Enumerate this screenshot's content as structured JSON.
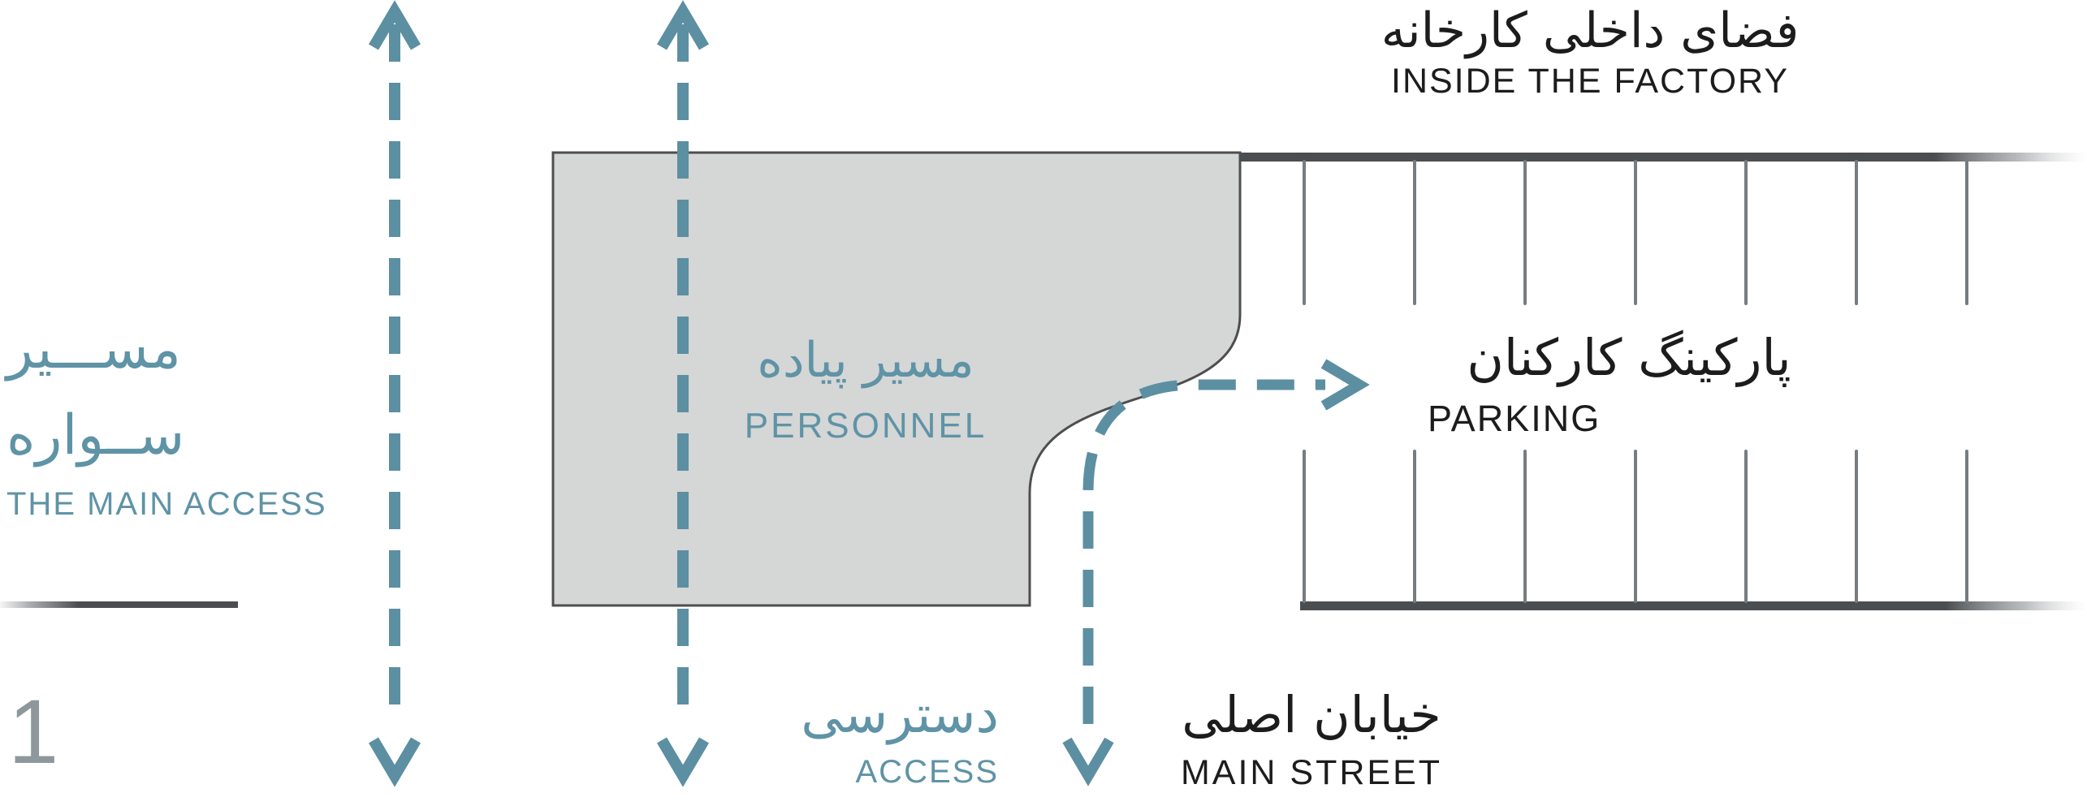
{
  "figure": {
    "number": "1"
  },
  "labels": {
    "inside_factory": {
      "fa": "فضای داخلی کارخانه",
      "en": "INSIDE THE FACTORY"
    },
    "main_access": {
      "fa": "مســـیر ســواره",
      "en": "THE MAIN ACCESS"
    },
    "personnel": {
      "fa": "مسیر پیاده",
      "en": "PERSONNEL"
    },
    "parking": {
      "fa": "پارکینگ کارکنان",
      "en": "PARKING"
    },
    "access": {
      "fa": "دسترسی",
      "en": "ACCESS"
    },
    "main_street": {
      "fa": "خیابان اصلی",
      "en": "MAIN STREET"
    }
  },
  "colors": {
    "teal_arrow": "#5C8FA2",
    "teal_text": "#5F93A6",
    "dark_line": "#4B4E50",
    "block_fill": "#D5D6D6",
    "block_border": "#4E4E4E",
    "parking_tick": "#777C80",
    "figure_number_gray": "#8E989C",
    "black_text": "#1C1C1C"
  },
  "diagram": {
    "arrows": [
      {
        "name": "main-access-route",
        "style": "dashed double-headed vertical"
      },
      {
        "name": "personnel-route",
        "style": "dashed double-headed vertical"
      },
      {
        "name": "parking-access-route",
        "style": "dashed double-headed curved"
      }
    ],
    "parking_rows": {
      "rows": 2,
      "dividers_per_row": 7
    }
  }
}
